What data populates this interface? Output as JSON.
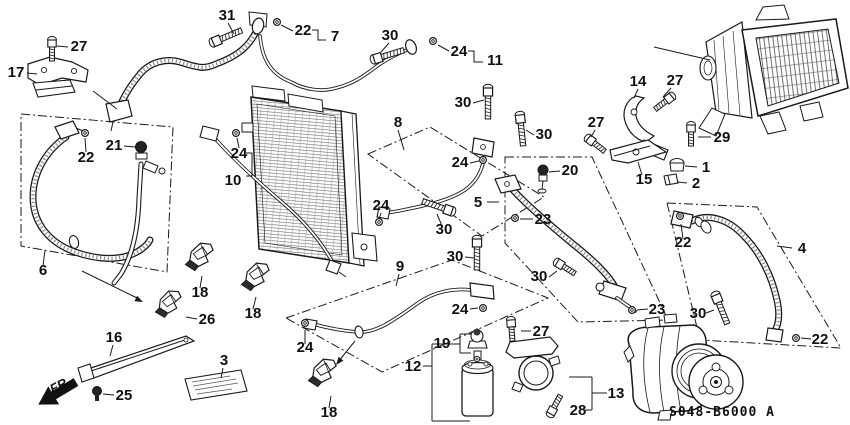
{
  "code": "S048-B6000 A",
  "fr_label": "FR.",
  "line_color": "#1a1a1a",
  "background_color": "#ffffff",
  "callouts": [
    {
      "text": "31"
    },
    {
      "text": "27"
    },
    {
      "text": "17"
    },
    {
      "text": "22"
    },
    {
      "text": "21"
    },
    {
      "text": "24"
    },
    {
      "text": "10"
    },
    {
      "text": "22"
    },
    {
      "text": "7"
    },
    {
      "text": "30"
    },
    {
      "text": "24"
    },
    {
      "text": "11"
    },
    {
      "text": "8"
    },
    {
      "text": "30"
    },
    {
      "text": "30"
    },
    {
      "text": "24"
    },
    {
      "text": "5"
    },
    {
      "text": "24"
    },
    {
      "text": "20"
    },
    {
      "text": "27"
    },
    {
      "text": "14"
    },
    {
      "text": "27"
    },
    {
      "text": "29"
    },
    {
      "text": "1"
    },
    {
      "text": "2"
    },
    {
      "text": "15"
    },
    {
      "text": "6"
    },
    {
      "text": "18"
    },
    {
      "text": "18"
    },
    {
      "text": "26"
    },
    {
      "text": "16"
    },
    {
      "text": "3"
    },
    {
      "text": "25"
    },
    {
      "text": "30"
    },
    {
      "text": "23"
    },
    {
      "text": "30"
    },
    {
      "text": "9"
    },
    {
      "text": "30"
    },
    {
      "text": "24"
    },
    {
      "text": "24"
    },
    {
      "text": "19"
    },
    {
      "text": "12"
    },
    {
      "text": "27"
    },
    {
      "text": "18"
    },
    {
      "text": "22"
    },
    {
      "text": "4"
    },
    {
      "text": "23"
    },
    {
      "text": "30"
    },
    {
      "text": "22"
    },
    {
      "text": "13"
    },
    {
      "text": "28"
    }
  ]
}
